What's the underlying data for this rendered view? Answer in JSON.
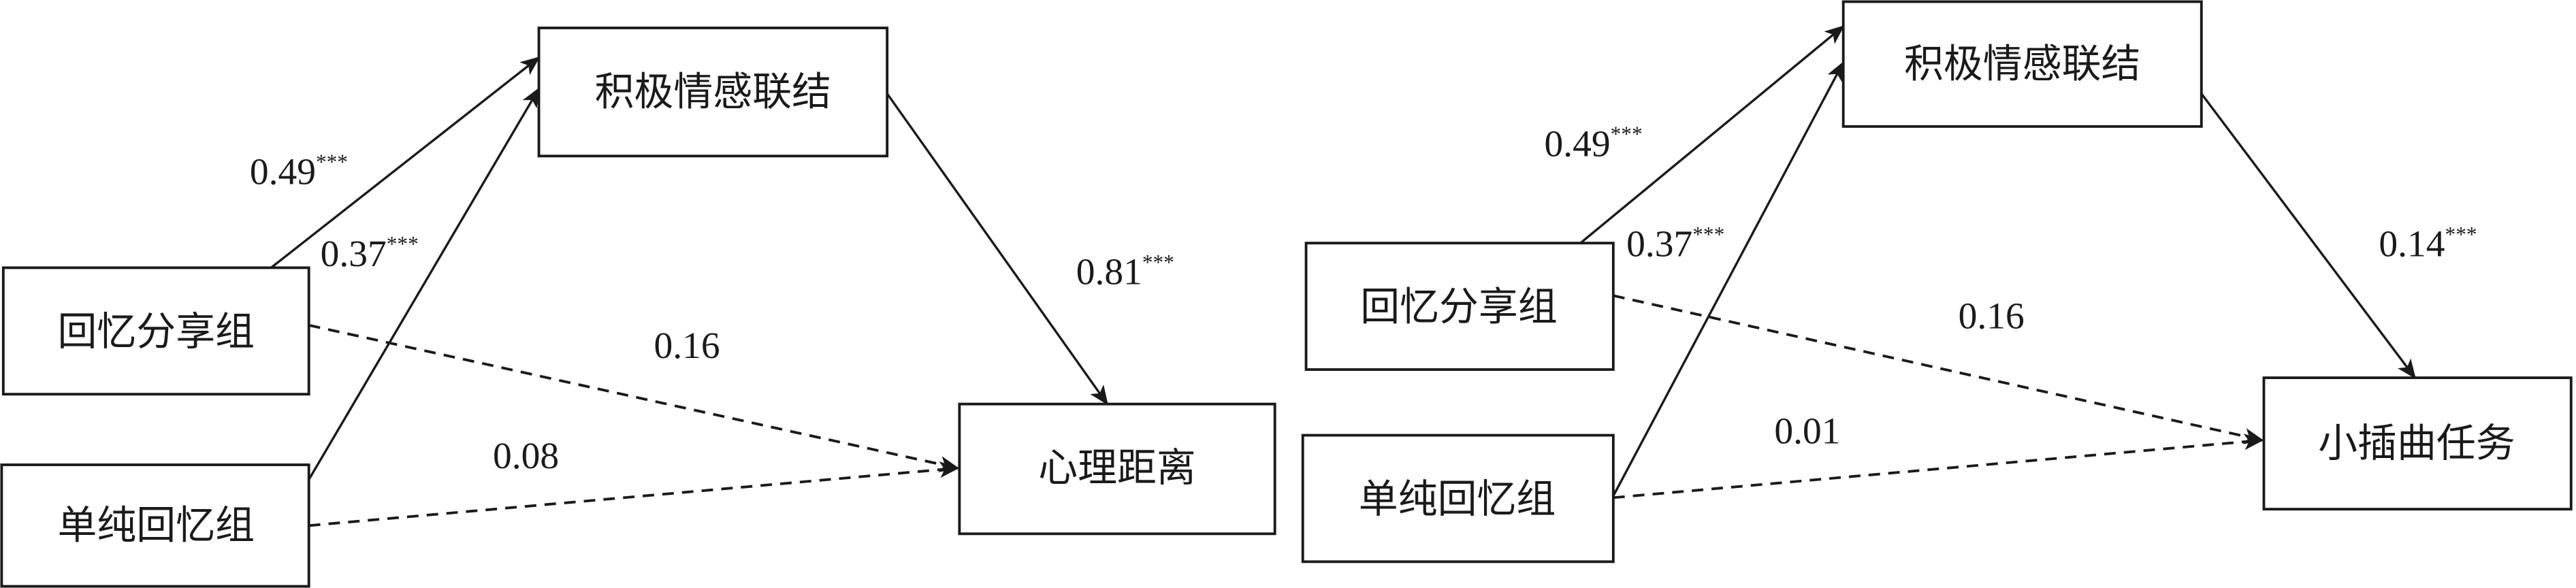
{
  "diagrams": [
    {
      "nodes": {
        "mediator": "积极情感联结",
        "x1": "回忆分享组",
        "x2": "单纯回忆组",
        "outcome": "心理距离"
      },
      "paths": {
        "x1_mediator": {
          "coef": "0.49",
          "sig": "***"
        },
        "x2_mediator": {
          "coef": "0.37",
          "sig": "***"
        },
        "mediator_outcome": {
          "coef": "0.81",
          "sig": "***"
        },
        "x1_outcome": {
          "coef": "0.16",
          "sig": ""
        },
        "x2_outcome": {
          "coef": "0.08",
          "sig": ""
        }
      }
    },
    {
      "nodes": {
        "mediator": "积极情感联结",
        "x1": "回忆分享组",
        "x2": "单纯回忆组",
        "outcome": "小插曲任务"
      },
      "paths": {
        "x1_mediator": {
          "coef": "0.49",
          "sig": "***"
        },
        "x2_mediator": {
          "coef": "0.37",
          "sig": "***"
        },
        "mediator_outcome": {
          "coef": "0.14",
          "sig": "***"
        },
        "x1_outcome": {
          "coef": "0.16",
          "sig": ""
        },
        "x2_outcome": {
          "coef": "0.01",
          "sig": ""
        }
      }
    }
  ]
}
